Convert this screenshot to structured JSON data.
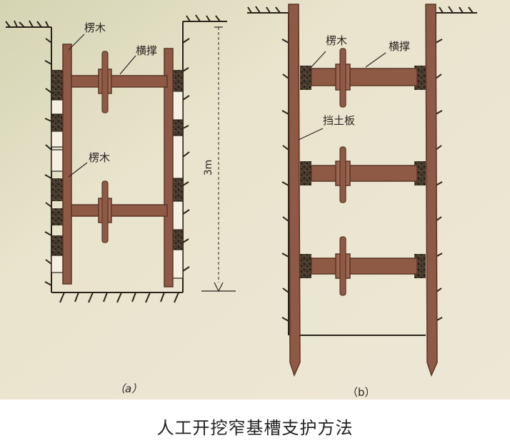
{
  "caption": "人工开挖窄基槽支护方法",
  "diagram_a": {
    "label_top_waling": "楞木",
    "label_top_strut": "横撑",
    "label_mid_waling": "楞木",
    "dimension": "3m",
    "panel_label": "（a）"
  },
  "diagram_b": {
    "label_waling": "楞木",
    "label_strut": "横撑",
    "label_board": "挡土板",
    "panel_label": "（b）"
  },
  "colors": {
    "paper": "#ece6cf",
    "timber": "#8e5a46",
    "timber_dark": "#5b3426",
    "soil": "#3b3026",
    "text": "#2a2420"
  }
}
